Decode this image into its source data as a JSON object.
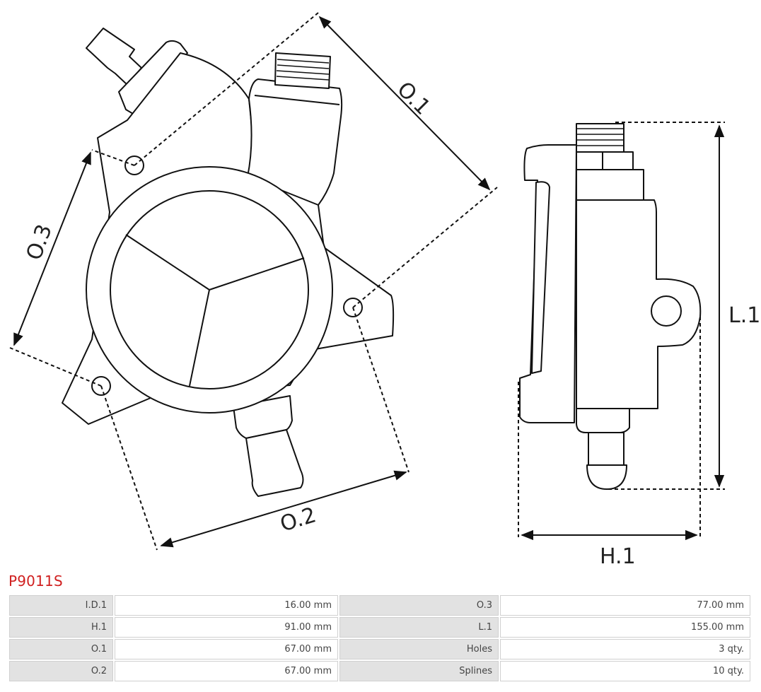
{
  "drawing": {
    "labels": {
      "o1": "O.1",
      "o2": "O.2",
      "o3": "O.3",
      "l1": "L.1",
      "h1": "H.1"
    }
  },
  "part": {
    "code": "P9011S",
    "color": "#d02020"
  },
  "specs": [
    [
      {
        "label": "I.D.1",
        "value": "16.00 mm"
      },
      {
        "label": "O.3",
        "value": "77.00 mm"
      }
    ],
    [
      {
        "label": "H.1",
        "value": "91.00 mm"
      },
      {
        "label": "L.1",
        "value": "155.00 mm"
      }
    ],
    [
      {
        "label": "O.1",
        "value": "67.00 mm"
      },
      {
        "label": "Holes",
        "value": "3 qty."
      }
    ],
    [
      {
        "label": "O.2",
        "value": "67.00 mm"
      },
      {
        "label": "Splines",
        "value": "10 qty."
      }
    ]
  ]
}
